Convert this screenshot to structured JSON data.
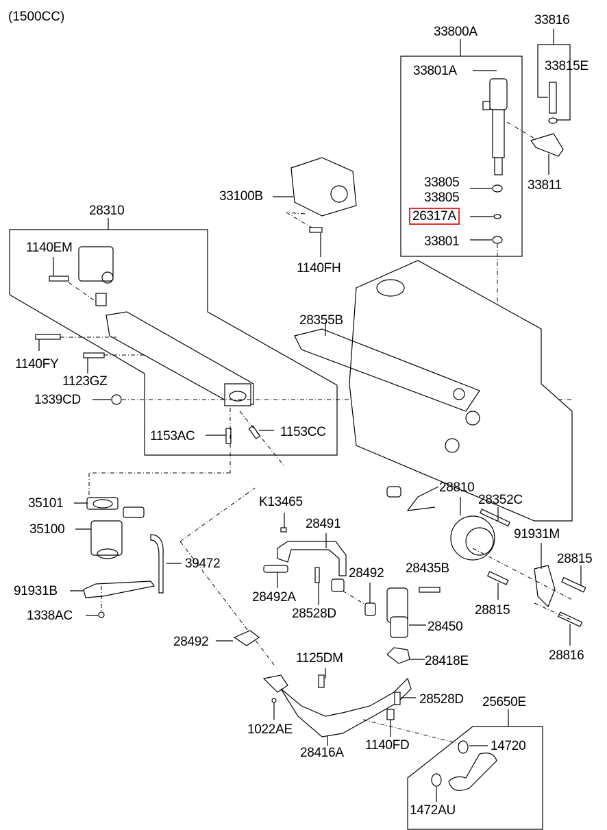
{
  "title": "(1500CC)",
  "highlight_color": "#e03030",
  "labels": {
    "p33800A": "33800A",
    "p33816": "33816",
    "p33801A": "33801A",
    "p33815E": "33815E",
    "p33805a": "33805",
    "p33805b": "33805",
    "p33811": "33811",
    "p26317A": "26317A",
    "p33801": "33801",
    "p33100B": "33100B",
    "p1140FH": "1140FH",
    "p28310": "28310",
    "p1140EM": "1140EM",
    "p28355B": "28355B",
    "p1140FY": "1140FY",
    "p1123GZ": "1123GZ",
    "p1339CD": "1339CD",
    "p1153AC": "1153AC",
    "p1153CC": "1153CC",
    "p35101": "35101",
    "p35100": "35100",
    "p39472": "39472",
    "p91931B": "91931B",
    "p1338AC": "1338AC",
    "pK13465": "K13465",
    "p28491": "28491",
    "p28492A": "28492A",
    "p28528Da": "28528D",
    "p28492a": "28492",
    "p28435B": "28435B",
    "p28810": "28810",
    "p28352C": "28352C",
    "p91931M": "91931M",
    "p28815a": "28815",
    "p28815b": "28815",
    "p28816": "28816",
    "p28450": "28450",
    "p28418E": "28418E",
    "p28492b": "28492",
    "p1125DM": "1125DM",
    "p28528Db": "28528D",
    "p25650E": "25650E",
    "p1022AE": "1022AE",
    "p1140FD": "1140FD",
    "p28416A": "28416A",
    "p14720": "14720",
    "p1472AU": "1472AU"
  },
  "selected_part": "26317A"
}
